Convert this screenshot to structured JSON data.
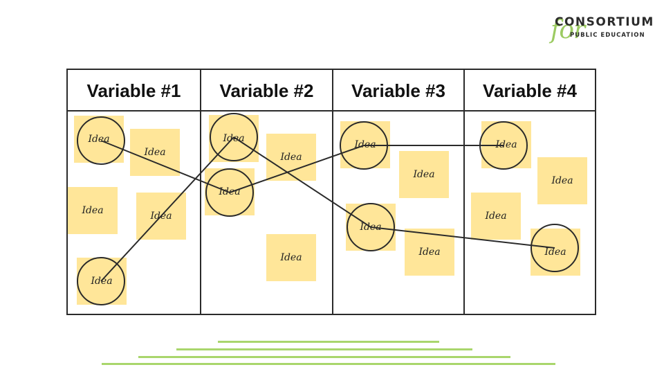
{
  "logo": {
    "script": "for",
    "main": "CONSORTIUM",
    "sub": "PUBLIC EDUCATION"
  },
  "columns": [
    "Variable #1",
    "Variable #2",
    "Variable #3",
    "Variable #4"
  ],
  "note_label": "Idea",
  "colors": {
    "note": "#ffe699",
    "line": "#2a2a2a",
    "accent": "#a9d66c"
  }
}
